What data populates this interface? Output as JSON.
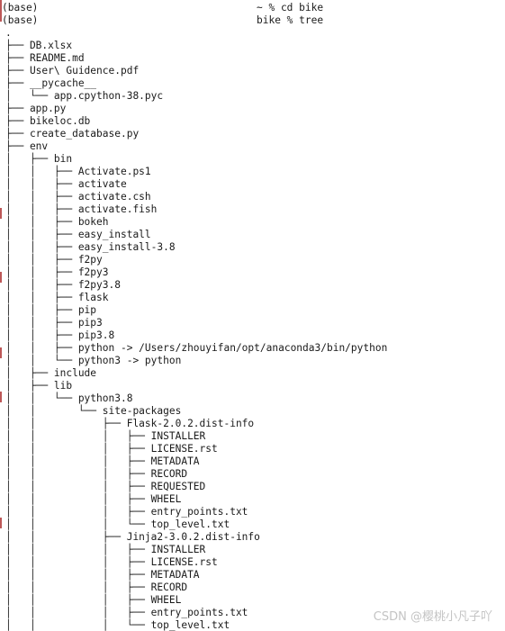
{
  "terminal": {
    "prompt_lines": [
      {
        "left": "(base)",
        "right": "~ % cd bike"
      },
      {
        "left": "(base)",
        "right": "bike % tree"
      }
    ],
    "tree_lines": [
      ".",
      "├── DB.xlsx",
      "├── README.md",
      "├── User\\ Guidence.pdf",
      "├── __pycache__",
      "│   └── app.cpython-38.pyc",
      "├── app.py",
      "├── bikeloc.db",
      "├── create_database.py",
      "├── env",
      "│   ├── bin",
      "│   │   ├── Activate.ps1",
      "│   │   ├── activate",
      "│   │   ├── activate.csh",
      "│   │   ├── activate.fish",
      "│   │   ├── bokeh",
      "│   │   ├── easy_install",
      "│   │   ├── easy_install-3.8",
      "│   │   ├── f2py",
      "│   │   ├── f2py3",
      "│   │   ├── f2py3.8",
      "│   │   ├── flask",
      "│   │   ├── pip",
      "│   │   ├── pip3",
      "│   │   ├── pip3.8",
      "│   │   ├── python -> /Users/zhouyifan/opt/anaconda3/bin/python",
      "│   │   └── python3 -> python",
      "│   ├── include",
      "│   ├── lib",
      "│   │   └── python3.8",
      "│   │       └── site-packages",
      "│   │           ├── Flask-2.0.2.dist-info",
      "│   │           │   ├── INSTALLER",
      "│   │           │   ├── LICENSE.rst",
      "│   │           │   ├── METADATA",
      "│   │           │   ├── RECORD",
      "│   │           │   ├── REQUESTED",
      "│   │           │   ├── WHEEL",
      "│   │           │   ├── entry_points.txt",
      "│   │           │   └── top_level.txt",
      "│   │           ├── Jinja2-3.0.2.dist-info",
      "│   │           │   ├── INSTALLER",
      "│   │           │   ├── LICENSE.rst",
      "│   │           │   ├── METADATA",
      "│   │           │   ├── RECORD",
      "│   │           │   ├── WHEEL",
      "│   │           │   ├── entry_points.txt",
      "│   │           │   └── top_level.txt"
    ]
  },
  "watermark": "CSDN @樱桃小凡子吖",
  "colors": {
    "background": "#ffffff",
    "text": "#1a1a1a",
    "edge_mark": "#b23b3b",
    "watermark": "#c4c4c4"
  }
}
